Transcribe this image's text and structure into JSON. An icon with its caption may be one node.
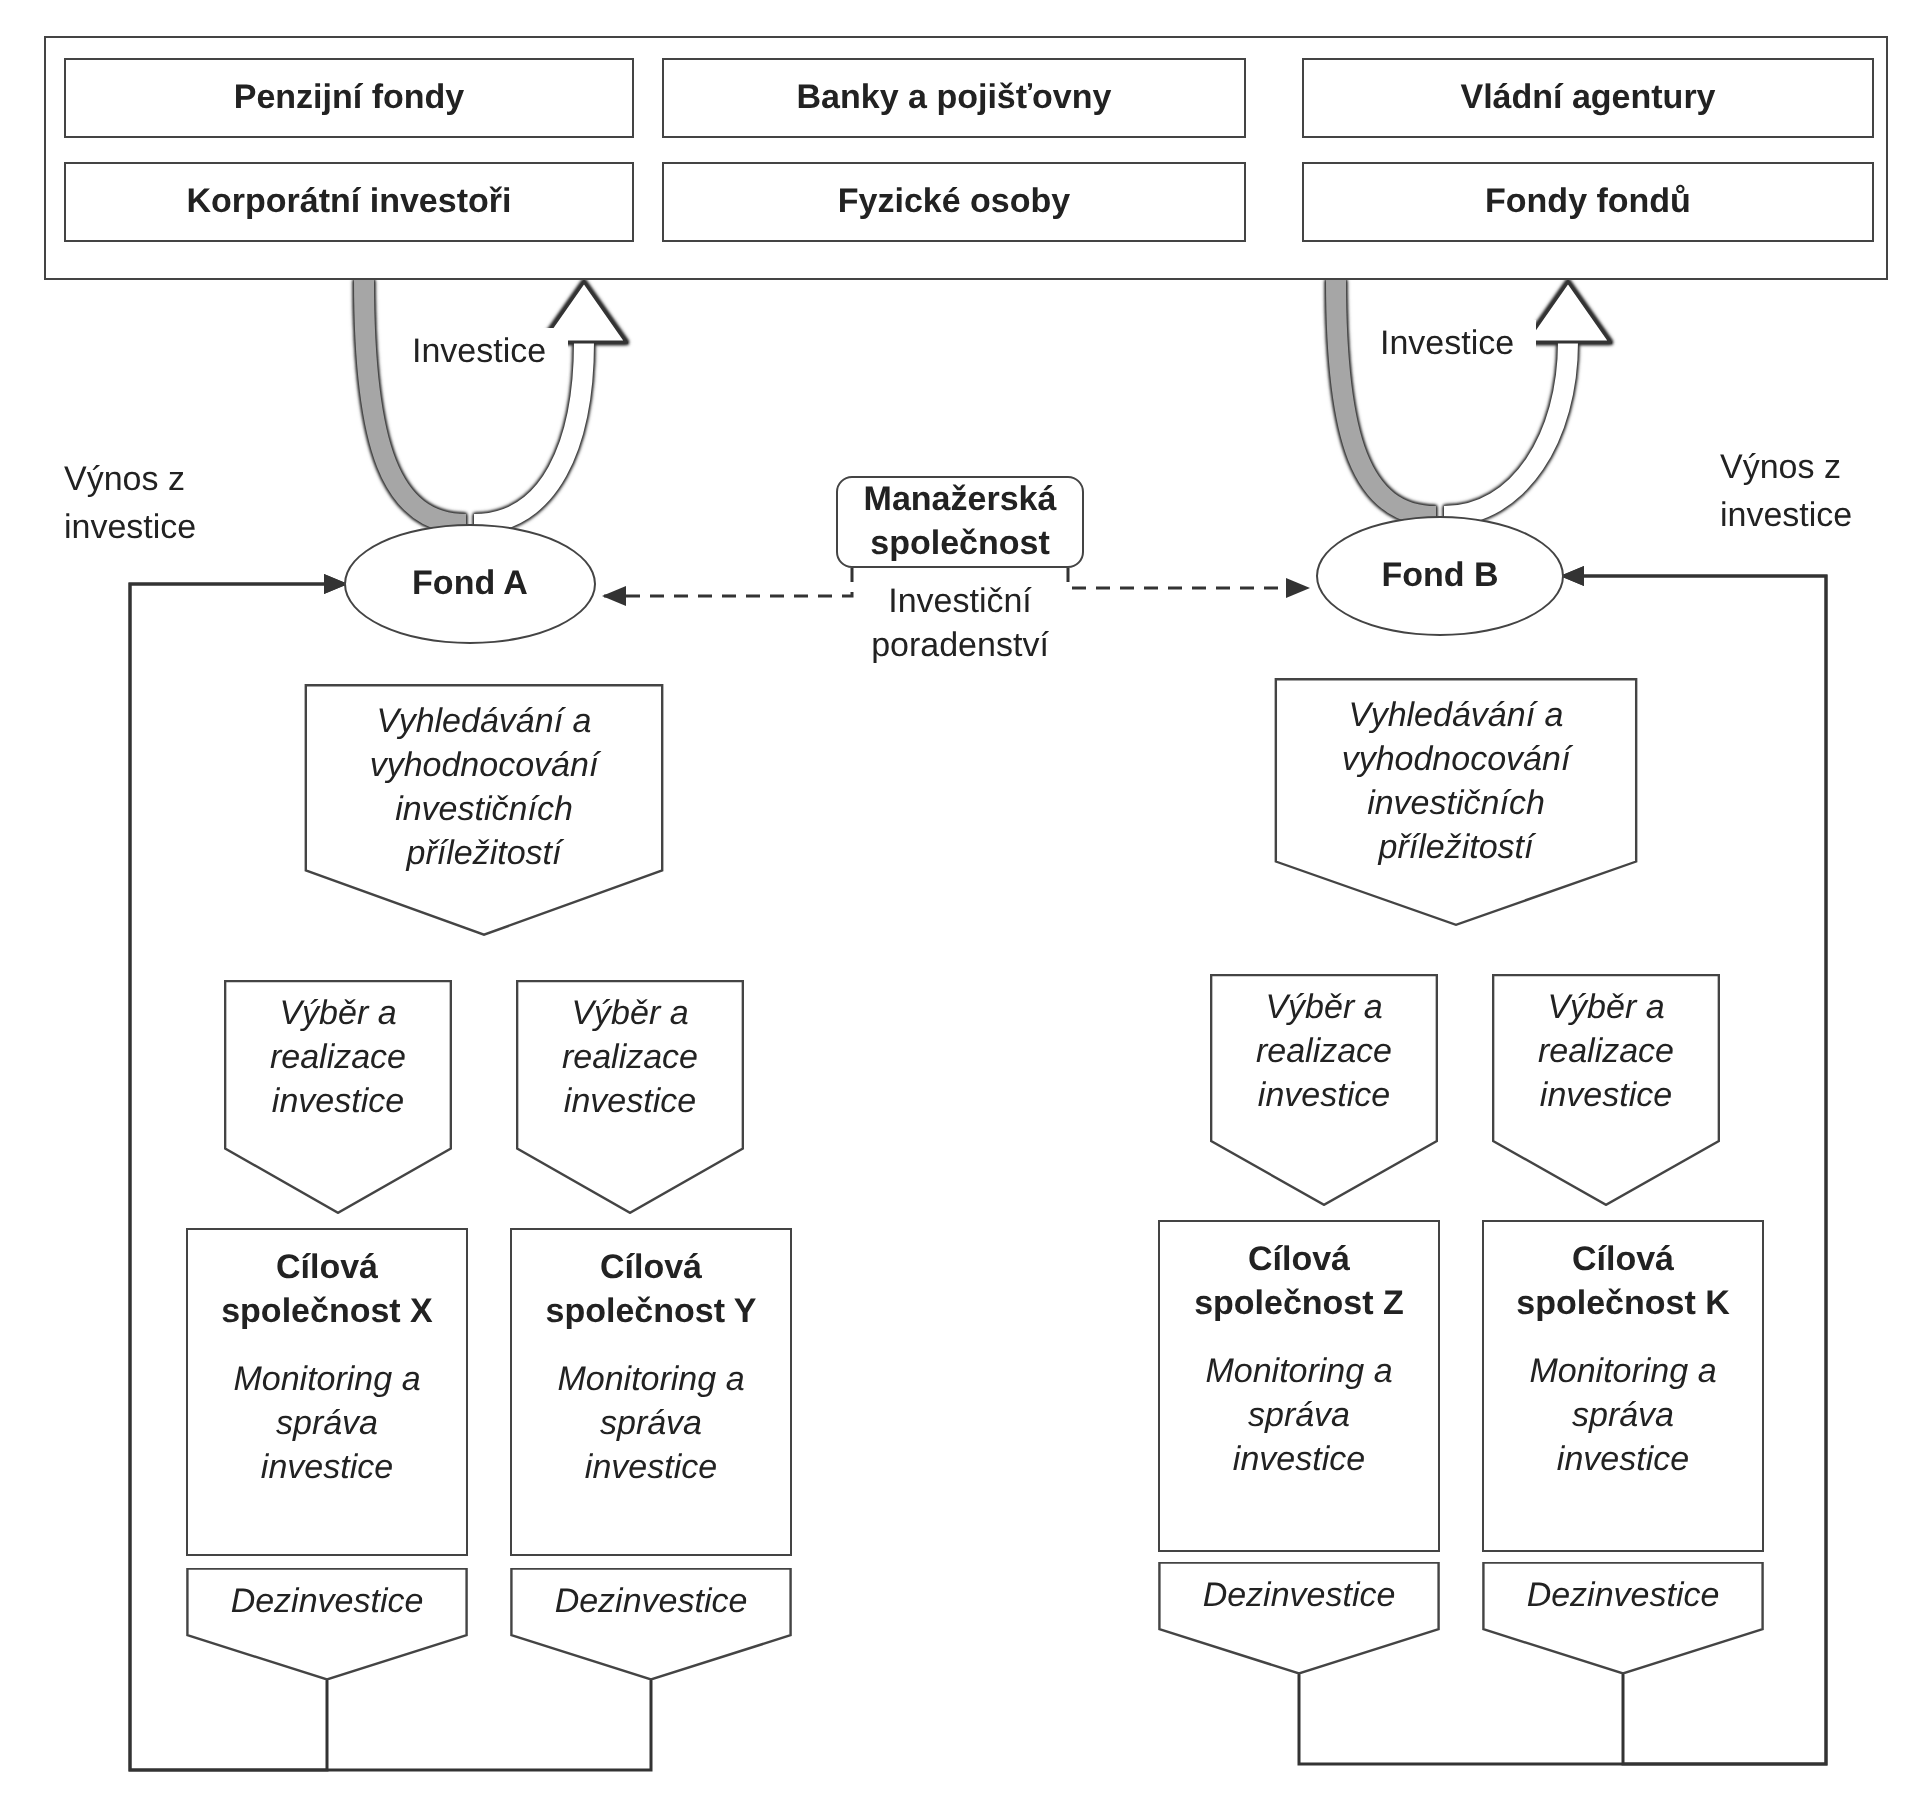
{
  "diagram": {
    "nodes": [
      {
        "text": [],
        "shape": "box"
      },
      {
        "text": [
          "Penzijní fondy"
        ],
        "in": 0
      },
      {
        "text": [
          "Banky a pojišťovny"
        ],
        "in": 0
      },
      {
        "text": [
          "Vládní agentury"
        ],
        "in": 0
      },
      {
        "text": [
          "Korporátní investoři"
        ],
        "in": 0
      },
      {
        "text": [
          "Fyzické osoby"
        ],
        "in": 0
      },
      {
        "text": [
          "Fondy fondů"
        ],
        "in": 0
      },
      {
        "text": [
          "Manažerská společnost"
        ],
        "beside": [
          "Investiční poradenství"
        ]
      },
      {
        "text": [
          "Fond A"
        ]
      },
      {
        "text": [
          "Fond B"
        ]
      },
      {
        "text": [
          "Vyhledávání a vyhodnocování investičních příležitostí"
        ]
      },
      {
        "text": [
          "Výběr a realizace investice"
        ]
      },
      {
        "text": [
          "Výběr a realizace investice"
        ]
      },
      {
        "text": [
          "Cílová společnost X",
          "Monitoring a správa investice"
        ]
      },
      {
        "text": [
          "Cílová společnost Y",
          "Monitoring a správa investice"
        ]
      },
      {
        "text": [
          "Dezinvestice"
        ]
      },
      {
        "text": [
          "Dezinvestice"
        ]
      },
      {
        "text": [
          "Vyhledávání a vyhodnocování investičních příležitostí"
        ]
      },
      {
        "text": [
          "Výběr a realizace investice"
        ]
      },
      {
        "text": [
          "Výběr a realizace investice"
        ]
      },
      {
        "text": [
          "Cílová společnost Z",
          "Monitoring a správa investice"
        ]
      },
      {
        "text": [
          "Cílová společnost K",
          "Monitoring a správa investice"
        ]
      },
      {
        "text": [
          "Dezinvestice"
        ]
      },
      {
        "text": [
          "Dezinvestice"
        ]
      }
    ],
    "edges": [
      {
        "from": 0,
        "to": 8,
        "arrow": "none",
        "style": "thick",
        "color": "#a6a6a6",
        "label": "Investice"
      },
      {
        "from": 8,
        "to": 0,
        "arrow": "to",
        "style": "thick",
        "color": "#ffffff"
      },
      {
        "from": 0,
        "to": 9,
        "arrow": "none",
        "style": "thick",
        "color": "#a6a6a6",
        "label": "Investice"
      },
      {
        "from": 9,
        "to": 0,
        "arrow": "to",
        "style": "thick",
        "color": "#ffffff"
      },
      {
        "from": 7,
        "to": 8,
        "arrow": "to",
        "style": "dashed"
      },
      {
        "from": 7,
        "to": 9,
        "arrow": "to",
        "style": "dashed"
      },
      {
        "from": 15,
        "to": 8,
        "arrow": "to",
        "label": "Výnos z investice"
      },
      {
        "from": 16,
        "to": 8,
        "arrow": "to"
      },
      {
        "from": 22,
        "to": 9,
        "arrow": "to",
        "label": "Výnos z investice"
      },
      {
        "from": 23,
        "to": 9,
        "arrow": "to"
      }
    ]
  }
}
